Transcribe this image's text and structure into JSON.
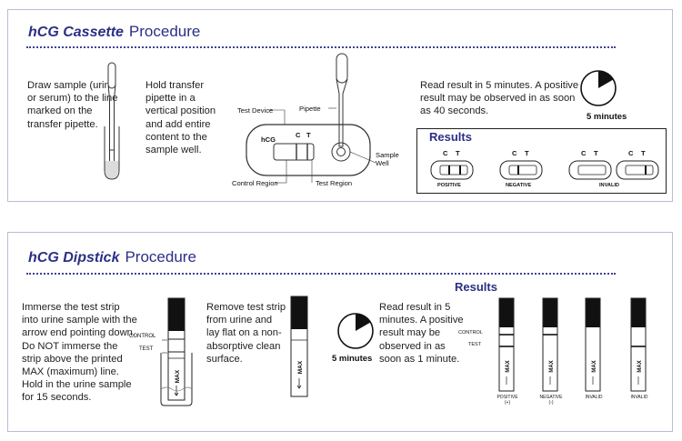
{
  "cassette": {
    "title_em": "hCG Cassette",
    "title_rest": "Procedure",
    "step1": "Draw sample (urine or serum) to the line marked on the transfer pipette.",
    "step2": "Hold transfer pipette in a vertical position and add entire content to the sample well.",
    "step3": "Read result in 5 minutes.  A positive result may be observed in as soon as 40 seconds.",
    "timer_label": "5 minutes",
    "device_labels": {
      "test_device": "Test Device",
      "pipette": "Pipette",
      "brand": "hCG",
      "c": "C",
      "t": "T",
      "sample_well": "Sample Well",
      "control_region": "Control Region",
      "test_region": "Test Region"
    },
    "results": {
      "heading": "Results",
      "items": [
        {
          "label": "POSITIVE",
          "c": "C",
          "t": "T"
        },
        {
          "label": "NEGATIVE",
          "c": "C",
          "t": "T"
        },
        {
          "label": "INVALID",
          "c": "C",
          "t": "T"
        }
      ],
      "invalid_second_c": "C",
      "invalid_second_t": "T"
    }
  },
  "dipstick": {
    "title_em": "hCG Dipstick",
    "title_rest": "Procedure",
    "step1": "Immerse the test strip into urine sample with the arrow end pointing down. Do NOT immerse the strip above the printed MAX (maximum) line. Hold in the urine sample for 15 seconds.",
    "step2": "Remove test strip from urine and lay flat on a non-absorptive clean surface.",
    "step3": "Read result in 5 minutes.  A positive result may be observed in as soon as 1 minute.",
    "timer_label": "5 minutes",
    "control_label": "CONTROL",
    "test_label": "TEST",
    "max_label": "MAX",
    "results": {
      "heading": "Results",
      "control_label": "CONTROL",
      "test_label": "TEST",
      "items": [
        {
          "label": "POSITIVE",
          "sub": "(+)"
        },
        {
          "label": "NEGATIVE",
          "sub": "(-)"
        },
        {
          "label": "INVALID",
          "sub": ""
        },
        {
          "label": "INVALID",
          "sub": ""
        }
      ]
    }
  },
  "colors": {
    "title": "#2b2f85",
    "dots": "#3d4196",
    "border": "#b9bcd4",
    "strip_dark": "#111111",
    "urine": "#dcdcdc"
  }
}
